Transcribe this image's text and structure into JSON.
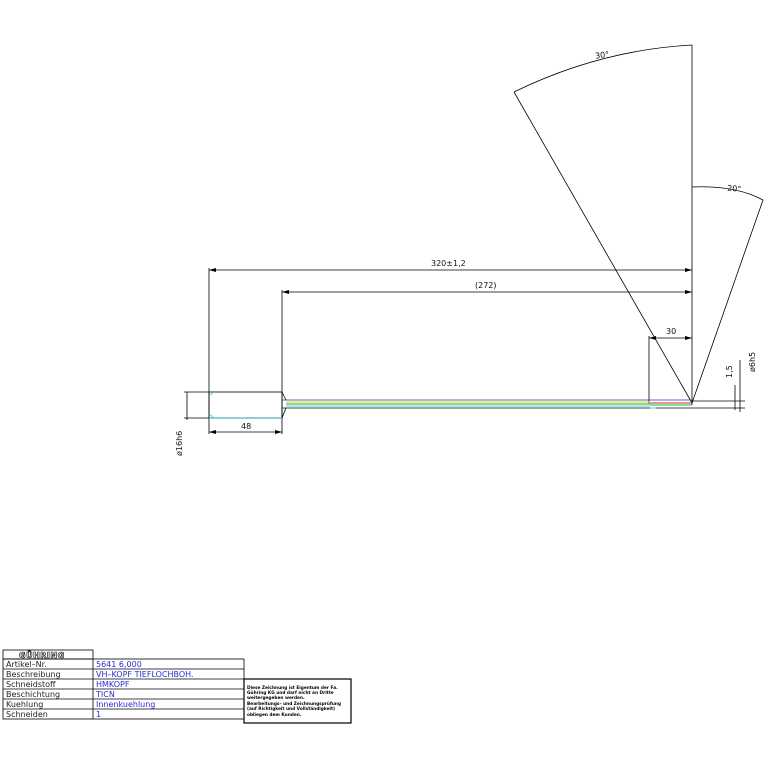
{
  "drawing": {
    "dimensions": {
      "angle_top": "30°",
      "angle_right": "20°",
      "overall_length": "320±1,2",
      "flute_length": "(272)",
      "head_length": "30",
      "shank_length": "48",
      "head_offset": "1,5",
      "head_diameter": "ø6h5",
      "shank_diameter": "ø16h6"
    }
  },
  "title_block": {
    "logo": "GÜHRING",
    "rows": [
      {
        "label": "Artikel–Nr.",
        "value": "5641 6,000"
      },
      {
        "label": "Beschreibung",
        "value": "VH–KOPF TIEFLOCHBOH."
      },
      {
        "label": "Schneidstoff",
        "value": "HMKOPF"
      },
      {
        "label": "Beschichtung",
        "value": "TICN"
      },
      {
        "label": "Kuehlung",
        "value": "Innenkuehlung"
      },
      {
        "label": "Schneiden",
        "value": "1"
      }
    ],
    "notice_lines": [
      "Diese Zeichnung ist Eigentum der Fa.",
      "Gühring KG und darf nicht an Dritte",
      "weitergegeben werden.",
      "Bearbeitungs– und Zeichnungsprüfung",
      "(auf Richtigkeit und Vollständigkeit)",
      "obliegen dem Kunden."
    ]
  },
  "colors": {
    "line": "#000000",
    "yellow": "#e6d200",
    "green": "#13c12b",
    "red": "#e02020",
    "cyan": "#15c8d8",
    "blue": "#1a2fd6",
    "value_text": "#2a2ad6"
  }
}
